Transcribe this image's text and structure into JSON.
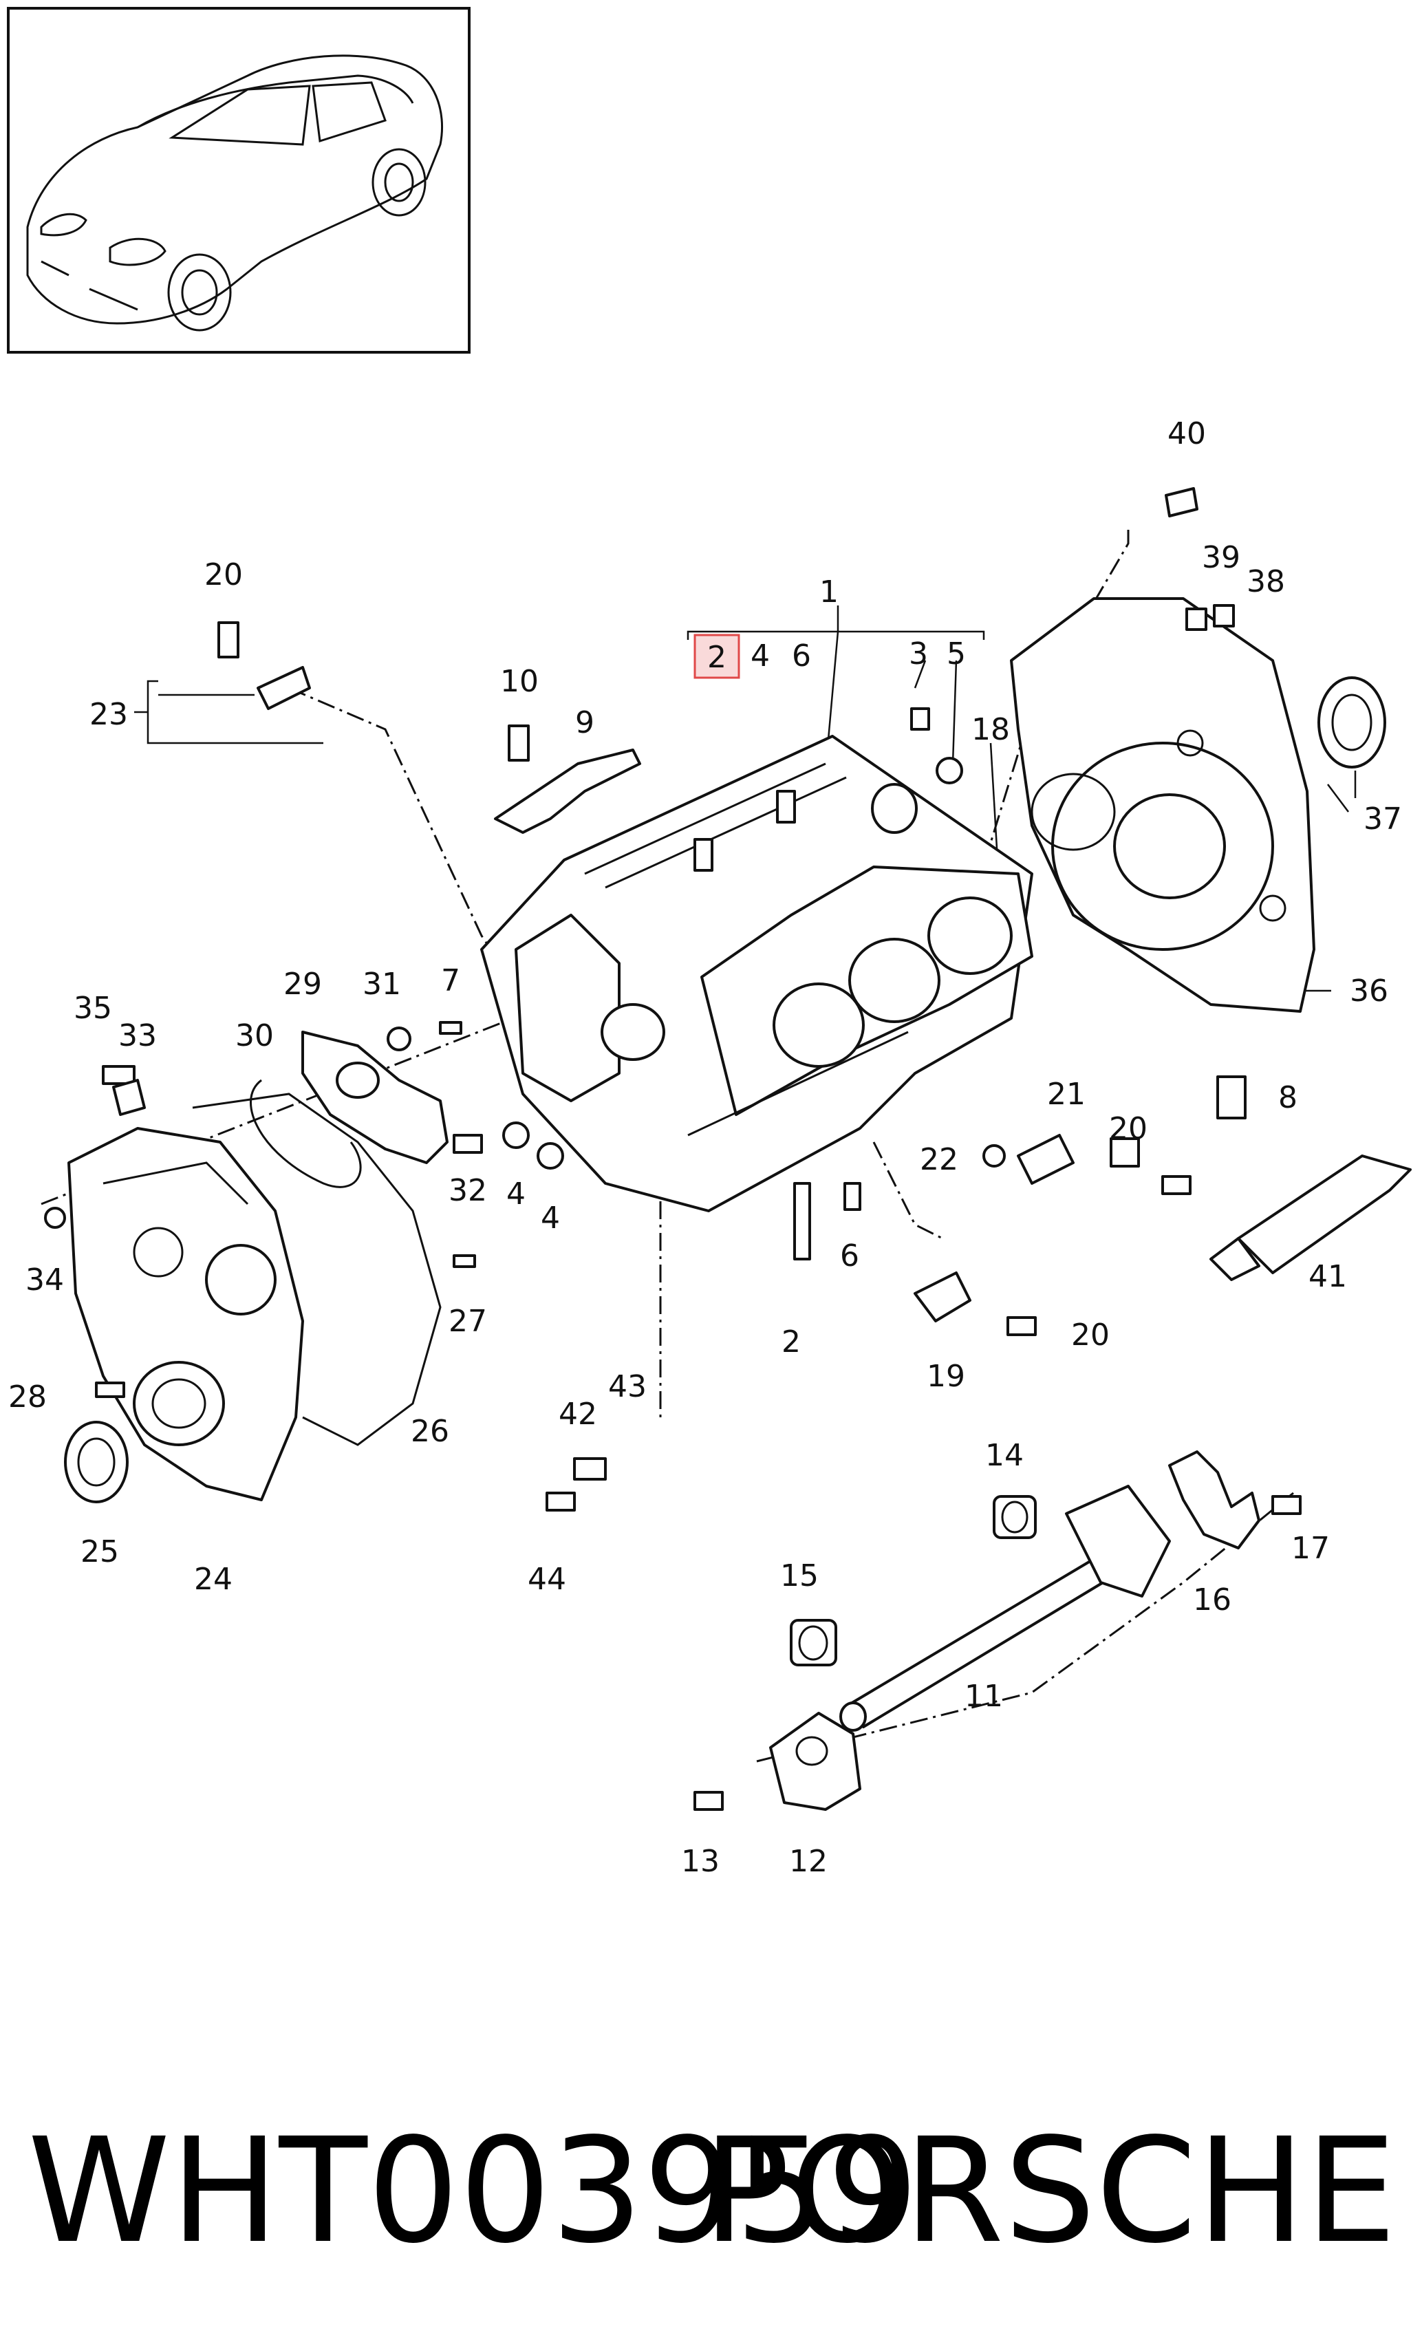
{
  "caption": {
    "part_number": "WHT003959",
    "brand": "PORSCHE"
  },
  "highlighted_callout": "2",
  "callouts": [
    "1",
    "2",
    "3",
    "4",
    "5",
    "6",
    "7",
    "8",
    "9",
    "10",
    "11",
    "12",
    "13",
    "14",
    "15",
    "16",
    "17",
    "18",
    "19",
    "20",
    "21",
    "22",
    "23",
    "24",
    "25",
    "26",
    "27",
    "28",
    "29",
    "30",
    "31",
    "32",
    "33",
    "34",
    "35",
    "36",
    "37",
    "38",
    "39",
    "40",
    "41",
    "42",
    "43",
    "44"
  ],
  "colors": {
    "line": "#111111",
    "highlight_fill": "#f9dada",
    "highlight_stroke": "#e04848"
  }
}
